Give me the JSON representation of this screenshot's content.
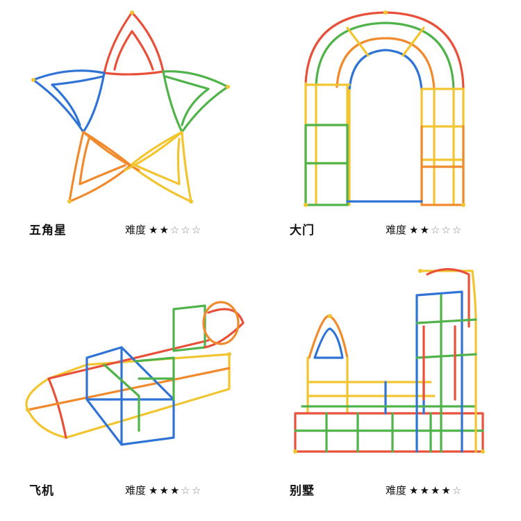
{
  "items": [
    {
      "name": "五角星",
      "difficulty_label": "难度",
      "rating": 2,
      "rating_max": 5
    },
    {
      "name": "大门",
      "difficulty_label": "难度",
      "rating": 2,
      "rating_max": 5
    },
    {
      "name": "飞机",
      "difficulty_label": "难度",
      "rating": 3,
      "rating_max": 5
    },
    {
      "name": "别墅",
      "difficulty_label": "难度",
      "rating": 4,
      "rating_max": 5
    }
  ],
  "colors": {
    "red": "#e8503a",
    "orange": "#f08a2c",
    "yellow": "#f2c530",
    "green": "#4fb34a",
    "blue": "#2f73d6"
  },
  "icons": {
    "star_full": "★",
    "star_empty": "☆"
  }
}
